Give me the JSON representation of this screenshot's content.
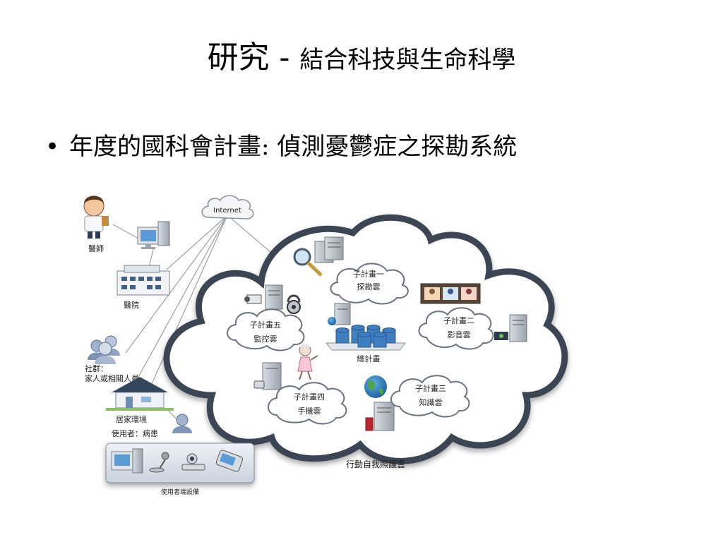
{
  "slide": {
    "title_main": "研究 -",
    "title_sub": "結合科技與生命科學",
    "bullet": "年度的國科會計畫: 偵測憂鬱症之探勘系統"
  },
  "diagram": {
    "internet": "Internet",
    "doctor": "醫師",
    "hospital": "醫院",
    "community_line1": "社群：",
    "community_line2": "家人或相關人員",
    "home": "居家環境",
    "user": "使用者：病患",
    "device_panel": "使用者端設備",
    "sub1_line1": "子計畫一",
    "sub1_line2": "探勘雲",
    "sub2_line1": "子計畫二",
    "sub2_line2": "影音雲",
    "sub3_line1": "子計畫三",
    "sub3_line2": "知識雲",
    "sub4_line1": "子計畫四",
    "sub4_line2": "手機雲",
    "sub5_line1": "子計畫五",
    "sub5_line2": "監控雲",
    "main_project": "總計畫",
    "big_cloud": "行動自我照護雲"
  },
  "colors": {
    "cloud_fill": "#ffffff",
    "cloud_stroke": "#3b4552",
    "db_blue": "#3f7fc0",
    "line": "#9a9a9a"
  },
  "icons": [
    "doctor-icon",
    "computer-icon",
    "hospital-icon",
    "people-icon",
    "house-icon",
    "user-icon",
    "server-icon",
    "database-icon",
    "magnifier-icon",
    "lock-icon",
    "camera-icon",
    "globe-icon",
    "book-icon",
    "film-strip-icon",
    "elderly-person-icon",
    "phone-icon",
    "microphone-icon",
    "webcam-icon"
  ]
}
